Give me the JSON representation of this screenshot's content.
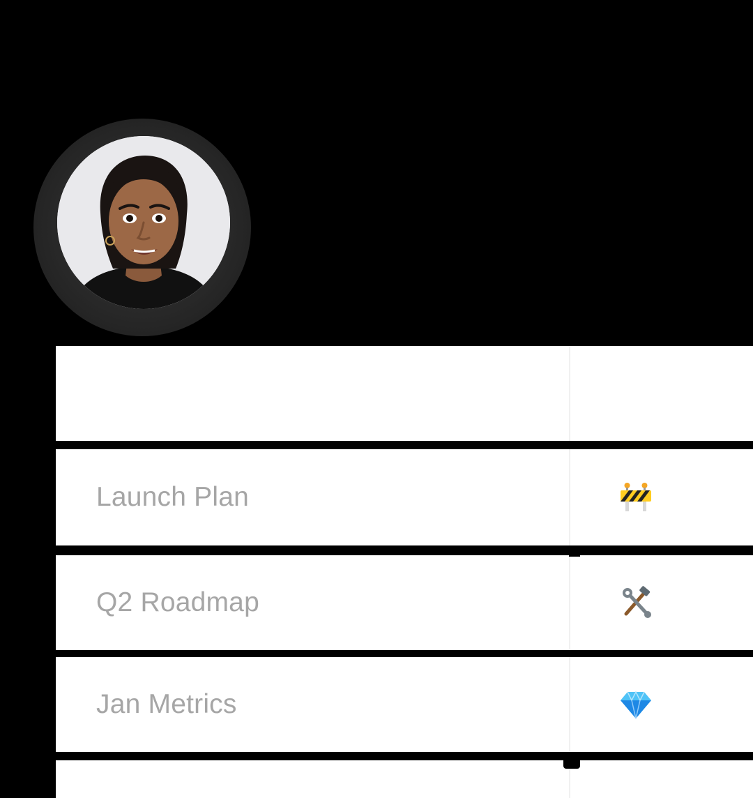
{
  "rows": [
    {
      "label": "Launch Plan",
      "icon": "construction-barrier-icon"
    },
    {
      "label": "Q2 Roadmap",
      "icon": "hammer-and-wrench-icon"
    },
    {
      "label": "Jan Metrics",
      "icon": "gem-stone-icon"
    }
  ],
  "colors": {
    "background": "#000000",
    "row": "#ffffff",
    "label": "#a6a6a6"
  }
}
